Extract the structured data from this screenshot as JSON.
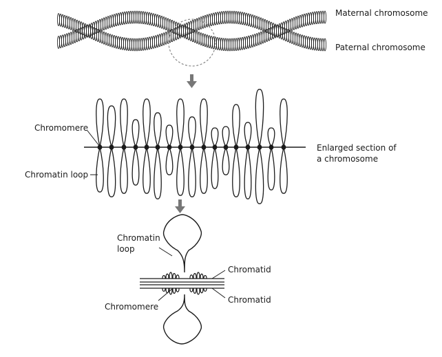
{
  "labels": {
    "maternal": "Maternal chromosome",
    "paternal": "Paternal chromosome",
    "chromomere_top": "Chromomere",
    "chromatin_loop_mid": "Chromatin loop",
    "enlarged_line1": "Enlarged section of",
    "enlarged_line2": "a chromosome",
    "chromatin_loop_bottom_line1": "Chromatin",
    "chromatin_loop_bottom_line2": "loop",
    "chromatid_upper": "Chromatid",
    "chromatid_lower": "Chromatid",
    "chromomere_bottom": "Chromomere"
  },
  "colors": {
    "stroke": "#1a1a1a",
    "arrow": "#777777",
    "circle": "#888888"
  }
}
